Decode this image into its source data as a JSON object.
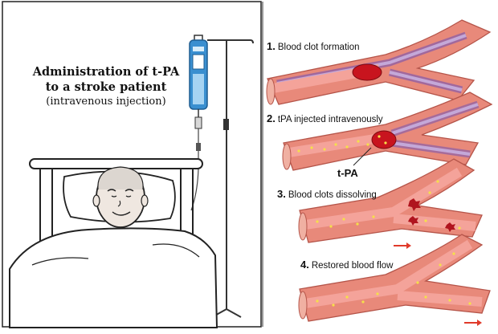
{
  "left_panel": {
    "title_line1": "Administration of t-PA",
    "title_line2": "to a stroke patient",
    "subtitle": "(intravenous injection)"
  },
  "steps": [
    {
      "num": "1.",
      "label": "Blood clot formation"
    },
    {
      "num": "2.",
      "label": "tPA injected intravenously"
    },
    {
      "num": "3.",
      "label": "Blood clots dissolving"
    },
    {
      "num": "4.",
      "label": "Restored blood flow"
    }
  ],
  "tpa_label": "t-PA",
  "colors": {
    "vessel_wall": "#e8897a",
    "vessel_inner": "#f4a39a",
    "vein_purple": "#8a5ea8",
    "vein_light": "#c4a8d8",
    "clot": "#c8141e",
    "tpa_dot": "#f5e04a",
    "arrow": "#e03a2a",
    "iv_blue": "#3a8fd0"
  }
}
